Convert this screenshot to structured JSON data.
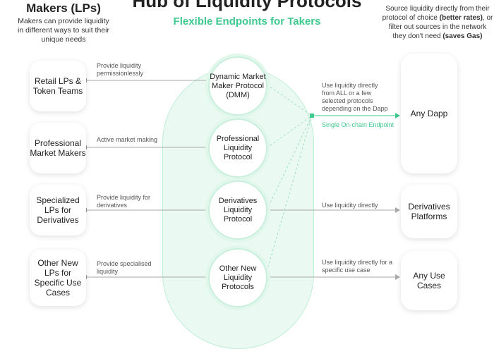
{
  "title": "Hub of Liquidity Protocols",
  "makers": {
    "heading": "Makers (LPs)",
    "description": "Makers can provide liquidity in different ways to suit their unique needs",
    "items": [
      {
        "label": "Retail LPs & Token Teams",
        "action": "Provide liquidity permissionlessly"
      },
      {
        "label": "Professional Market Makers",
        "action": "Active market making"
      },
      {
        "label": "Specialized LPs for Derivatives",
        "action": "Provide liquidity for derivatives"
      },
      {
        "label": "Other New LPs for Specific Use Cases",
        "action": "Provide specialised liquidity"
      }
    ]
  },
  "hub": {
    "subtitle": "Flexible Endpoints for Takers",
    "protocols": [
      "Dynamic Market Maker Protocol (DMM)",
      "Professional Liquidity Protocol",
      "Derivatives Liquidity Protocol",
      "Other New Liquidity Protocols"
    ]
  },
  "takers": {
    "description_pre": "Source liquidity directly from their protocol of choice ",
    "bold1": "(better rates)",
    "description_mid": ", or filter out sources in the network they don't need ",
    "bold2": "(saves Gas)",
    "items": [
      {
        "label": "Any Dapp",
        "action": "Use liquidity directly from ALL or a few selected protocols depending on the Dapp",
        "note": "Single On-chain Endpoint"
      },
      {
        "label": "Derivatives Platforms",
        "action": "Use liquidity directly"
      },
      {
        "label": "Any Use Cases",
        "action": "Use liquidity directly for a specific use case"
      }
    ]
  },
  "colors": {
    "accent": "#3ec98e"
  }
}
